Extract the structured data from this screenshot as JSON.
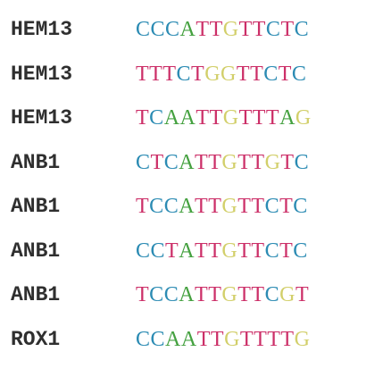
{
  "colors": {
    "A": "#45a140",
    "C": "#2b8bb3",
    "G": "#d2cf6a",
    "T": "#cc2f68",
    "gene_text": "#2f2f2f",
    "background": "#ffffff"
  },
  "rows": [
    {
      "gene": "HEM13",
      "sequence": "CCCATTGTTCTC",
      "bases": [
        {
          "b": "C",
          "c": "#2b8bb3"
        },
        {
          "b": "C",
          "c": "#2b8bb3"
        },
        {
          "b": "C",
          "c": "#2b8bb3"
        },
        {
          "b": "A",
          "c": "#45a140"
        },
        {
          "b": "T",
          "c": "#cc2f68"
        },
        {
          "b": "T",
          "c": "#cc2f68"
        },
        {
          "b": "G",
          "c": "#d2cf6a"
        },
        {
          "b": "T",
          "c": "#cc2f68"
        },
        {
          "b": "T",
          "c": "#cc2f68"
        },
        {
          "b": "C",
          "c": "#2b8bb3"
        },
        {
          "b": "T",
          "c": "#cc2f68"
        },
        {
          "b": "C",
          "c": "#2b8bb3"
        }
      ]
    },
    {
      "gene": "HEM13",
      "sequence": "TTTCTGGTTCTC",
      "bases": [
        {
          "b": "T",
          "c": "#cc2f68"
        },
        {
          "b": "T",
          "c": "#cc2f68"
        },
        {
          "b": "T",
          "c": "#cc2f68"
        },
        {
          "b": "C",
          "c": "#2b8bb3"
        },
        {
          "b": "T",
          "c": "#cc2f68"
        },
        {
          "b": "G",
          "c": "#d2cf6a"
        },
        {
          "b": "G",
          "c": "#d2cf6a"
        },
        {
          "b": "T",
          "c": "#cc2f68"
        },
        {
          "b": "T",
          "c": "#cc2f68"
        },
        {
          "b": "C",
          "c": "#2b8bb3"
        },
        {
          "b": "T",
          "c": "#cc2f68"
        },
        {
          "b": "C",
          "c": "#2b8bb3"
        }
      ]
    },
    {
      "gene": "HEM13",
      "sequence": "TCAATTGTTTAG",
      "bases": [
        {
          "b": "T",
          "c": "#cc2f68"
        },
        {
          "b": "C",
          "c": "#2b8bb3"
        },
        {
          "b": "A",
          "c": "#45a140"
        },
        {
          "b": "A",
          "c": "#45a140"
        },
        {
          "b": "T",
          "c": "#cc2f68"
        },
        {
          "b": "T",
          "c": "#cc2f68"
        },
        {
          "b": "G",
          "c": "#d2cf6a"
        },
        {
          "b": "T",
          "c": "#cc2f68"
        },
        {
          "b": "T",
          "c": "#cc2f68"
        },
        {
          "b": "T",
          "c": "#cc2f68"
        },
        {
          "b": "A",
          "c": "#45a140"
        },
        {
          "b": "G",
          "c": "#d2cf6a"
        }
      ]
    },
    {
      "gene": "ANB1",
      "sequence": "CTCATTGTTGTC",
      "bases": [
        {
          "b": "C",
          "c": "#2b8bb3"
        },
        {
          "b": "T",
          "c": "#cc2f68"
        },
        {
          "b": "C",
          "c": "#2b8bb3"
        },
        {
          "b": "A",
          "c": "#45a140"
        },
        {
          "b": "T",
          "c": "#cc2f68"
        },
        {
          "b": "T",
          "c": "#cc2f68"
        },
        {
          "b": "G",
          "c": "#d2cf6a"
        },
        {
          "b": "T",
          "c": "#cc2f68"
        },
        {
          "b": "T",
          "c": "#cc2f68"
        },
        {
          "b": "G",
          "c": "#d2cf6a"
        },
        {
          "b": "T",
          "c": "#cc2f68"
        },
        {
          "b": "C",
          "c": "#2b8bb3"
        }
      ]
    },
    {
      "gene": "ANB1",
      "sequence": "TCCATTGTTCTC",
      "bases": [
        {
          "b": "T",
          "c": "#cc2f68"
        },
        {
          "b": "C",
          "c": "#2b8bb3"
        },
        {
          "b": "C",
          "c": "#2b8bb3"
        },
        {
          "b": "A",
          "c": "#45a140"
        },
        {
          "b": "T",
          "c": "#cc2f68"
        },
        {
          "b": "T",
          "c": "#cc2f68"
        },
        {
          "b": "G",
          "c": "#d2cf6a"
        },
        {
          "b": "T",
          "c": "#cc2f68"
        },
        {
          "b": "T",
          "c": "#cc2f68"
        },
        {
          "b": "C",
          "c": "#2b8bb3"
        },
        {
          "b": "T",
          "c": "#cc2f68"
        },
        {
          "b": "C",
          "c": "#2b8bb3"
        }
      ]
    },
    {
      "gene": "ANB1",
      "sequence": "CCTATTGTTCTC",
      "bases": [
        {
          "b": "C",
          "c": "#2b8bb3"
        },
        {
          "b": "C",
          "c": "#2b8bb3"
        },
        {
          "b": "T",
          "c": "#cc2f68"
        },
        {
          "b": "A",
          "c": "#45a140"
        },
        {
          "b": "T",
          "c": "#cc2f68"
        },
        {
          "b": "T",
          "c": "#cc2f68"
        },
        {
          "b": "G",
          "c": "#d2cf6a"
        },
        {
          "b": "T",
          "c": "#cc2f68"
        },
        {
          "b": "T",
          "c": "#cc2f68"
        },
        {
          "b": "C",
          "c": "#2b8bb3"
        },
        {
          "b": "T",
          "c": "#cc2f68"
        },
        {
          "b": "C",
          "c": "#2b8bb3"
        }
      ]
    },
    {
      "gene": "ANB1",
      "sequence": "TCCATTGTTCGT",
      "bases": [
        {
          "b": "T",
          "c": "#cc2f68"
        },
        {
          "b": "C",
          "c": "#2b8bb3"
        },
        {
          "b": "C",
          "c": "#2b8bb3"
        },
        {
          "b": "A",
          "c": "#45a140"
        },
        {
          "b": "T",
          "c": "#cc2f68"
        },
        {
          "b": "T",
          "c": "#cc2f68"
        },
        {
          "b": "G",
          "c": "#d2cf6a"
        },
        {
          "b": "T",
          "c": "#cc2f68"
        },
        {
          "b": "T",
          "c": "#cc2f68"
        },
        {
          "b": "C",
          "c": "#2b8bb3"
        },
        {
          "b": "G",
          "c": "#d2cf6a"
        },
        {
          "b": "T",
          "c": "#cc2f68"
        }
      ]
    },
    {
      "gene": "ROX1",
      "sequence": "CCAATTGTTTTG",
      "bases": [
        {
          "b": "C",
          "c": "#2b8bb3"
        },
        {
          "b": "C",
          "c": "#2b8bb3"
        },
        {
          "b": "A",
          "c": "#45a140"
        },
        {
          "b": "A",
          "c": "#45a140"
        },
        {
          "b": "T",
          "c": "#cc2f68"
        },
        {
          "b": "T",
          "c": "#cc2f68"
        },
        {
          "b": "G",
          "c": "#d2cf6a"
        },
        {
          "b": "T",
          "c": "#cc2f68"
        },
        {
          "b": "T",
          "c": "#cc2f68"
        },
        {
          "b": "T",
          "c": "#cc2f68"
        },
        {
          "b": "T",
          "c": "#cc2f68"
        },
        {
          "b": "G",
          "c": "#d2cf6a"
        }
      ]
    }
  ]
}
